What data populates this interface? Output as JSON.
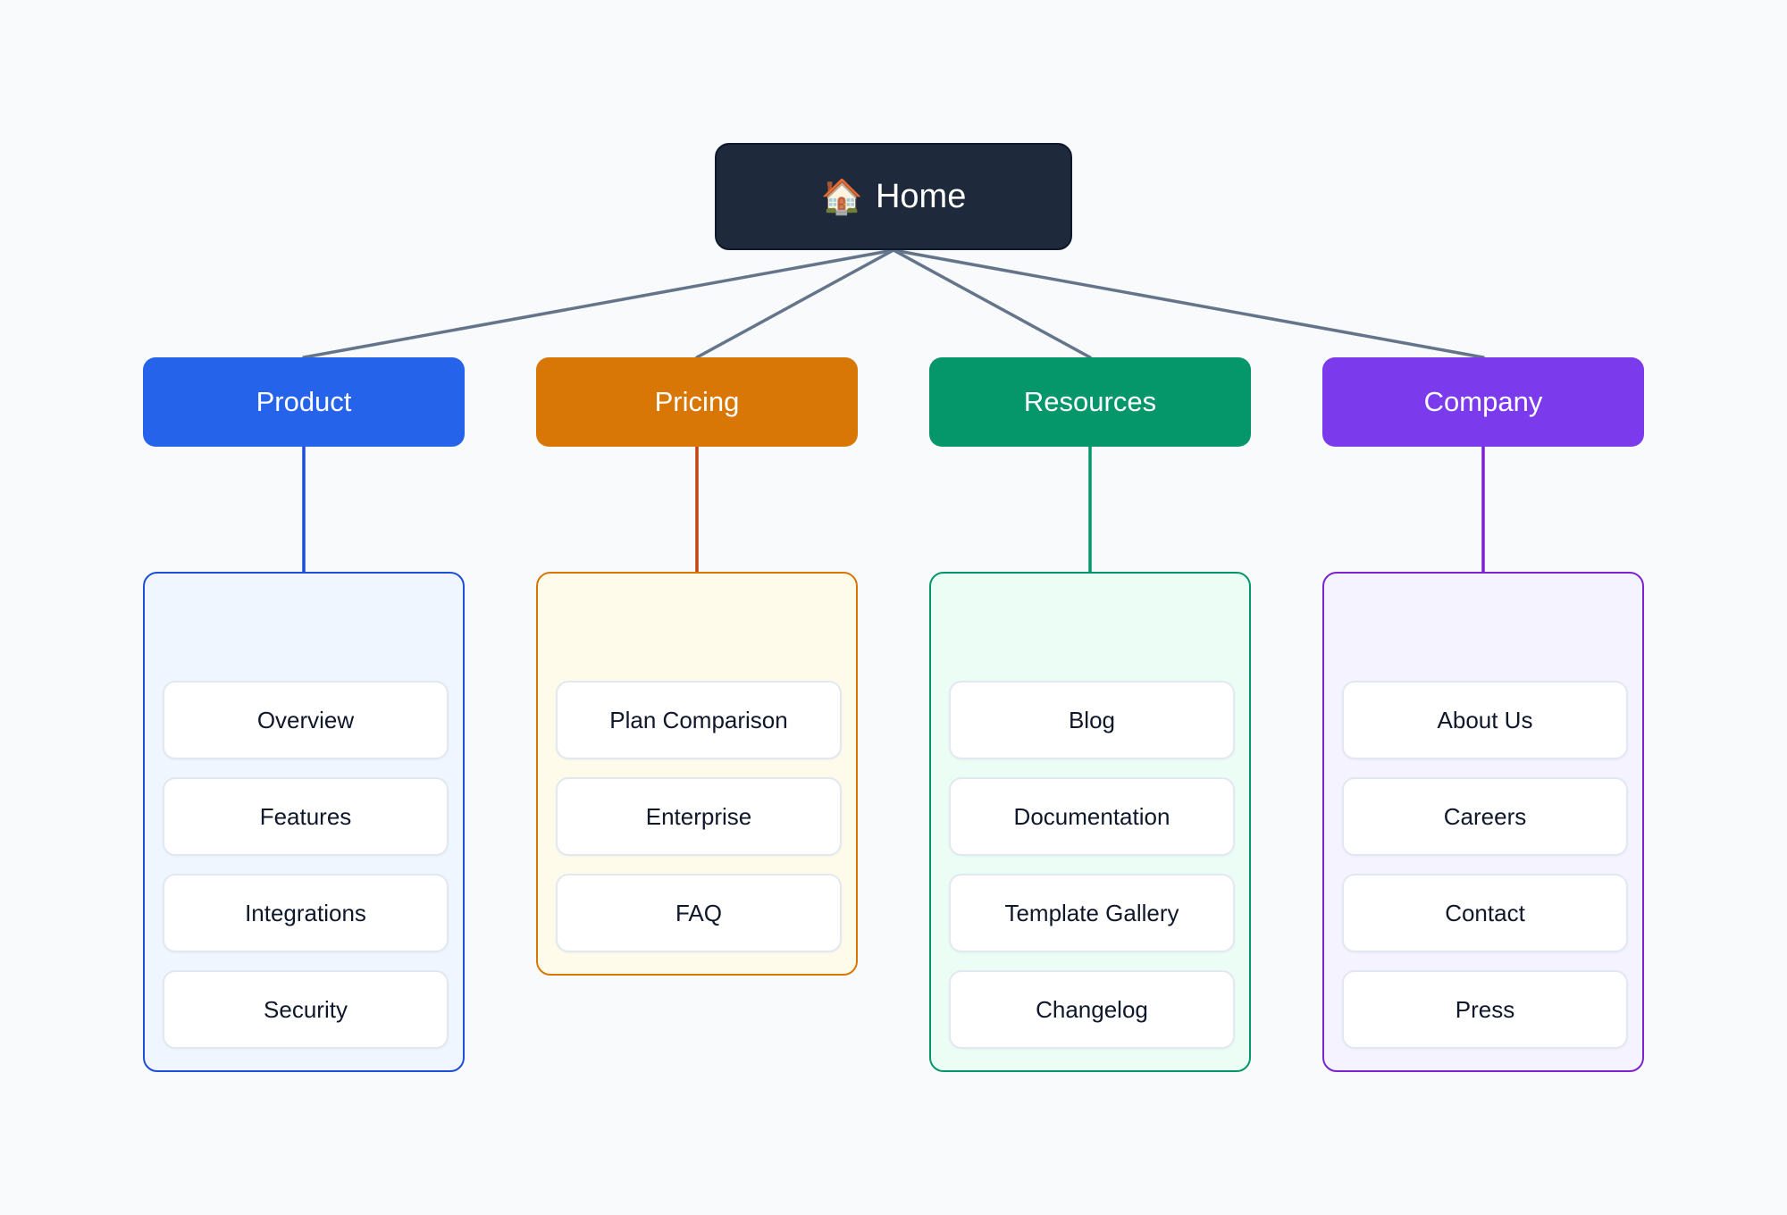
{
  "root": {
    "icon": "🏠",
    "icon_name": "house-icon",
    "label": "Home",
    "color": "#1e293b"
  },
  "connector_color": "#64748b",
  "categories": [
    {
      "label": "Product",
      "color": "#2563eb",
      "line_color": "#1d4ed8",
      "panel_bg": "#eff6ff",
      "panel_border": "#1d4ed8",
      "items": [
        "Overview",
        "Features",
        "Integrations",
        "Security"
      ]
    },
    {
      "label": "Pricing",
      "color": "#d97706",
      "line_color": "#c2410c",
      "panel_bg": "#fffbeb",
      "panel_border": "#d97706",
      "items": [
        "Plan Comparison",
        "Enterprise",
        "FAQ"
      ]
    },
    {
      "label": "Resources",
      "color": "#059669",
      "line_color": "#059669",
      "panel_bg": "#ecfdf5",
      "panel_border": "#059669",
      "items": [
        "Blog",
        "Documentation",
        "Template Gallery",
        "Changelog"
      ]
    },
    {
      "label": "Company",
      "color": "#7c3aed",
      "line_color": "#7e22ce",
      "panel_bg": "#f5f3ff",
      "panel_border": "#7e22ce",
      "items": [
        "About Us",
        "Careers",
        "Contact",
        "Press"
      ]
    }
  ]
}
